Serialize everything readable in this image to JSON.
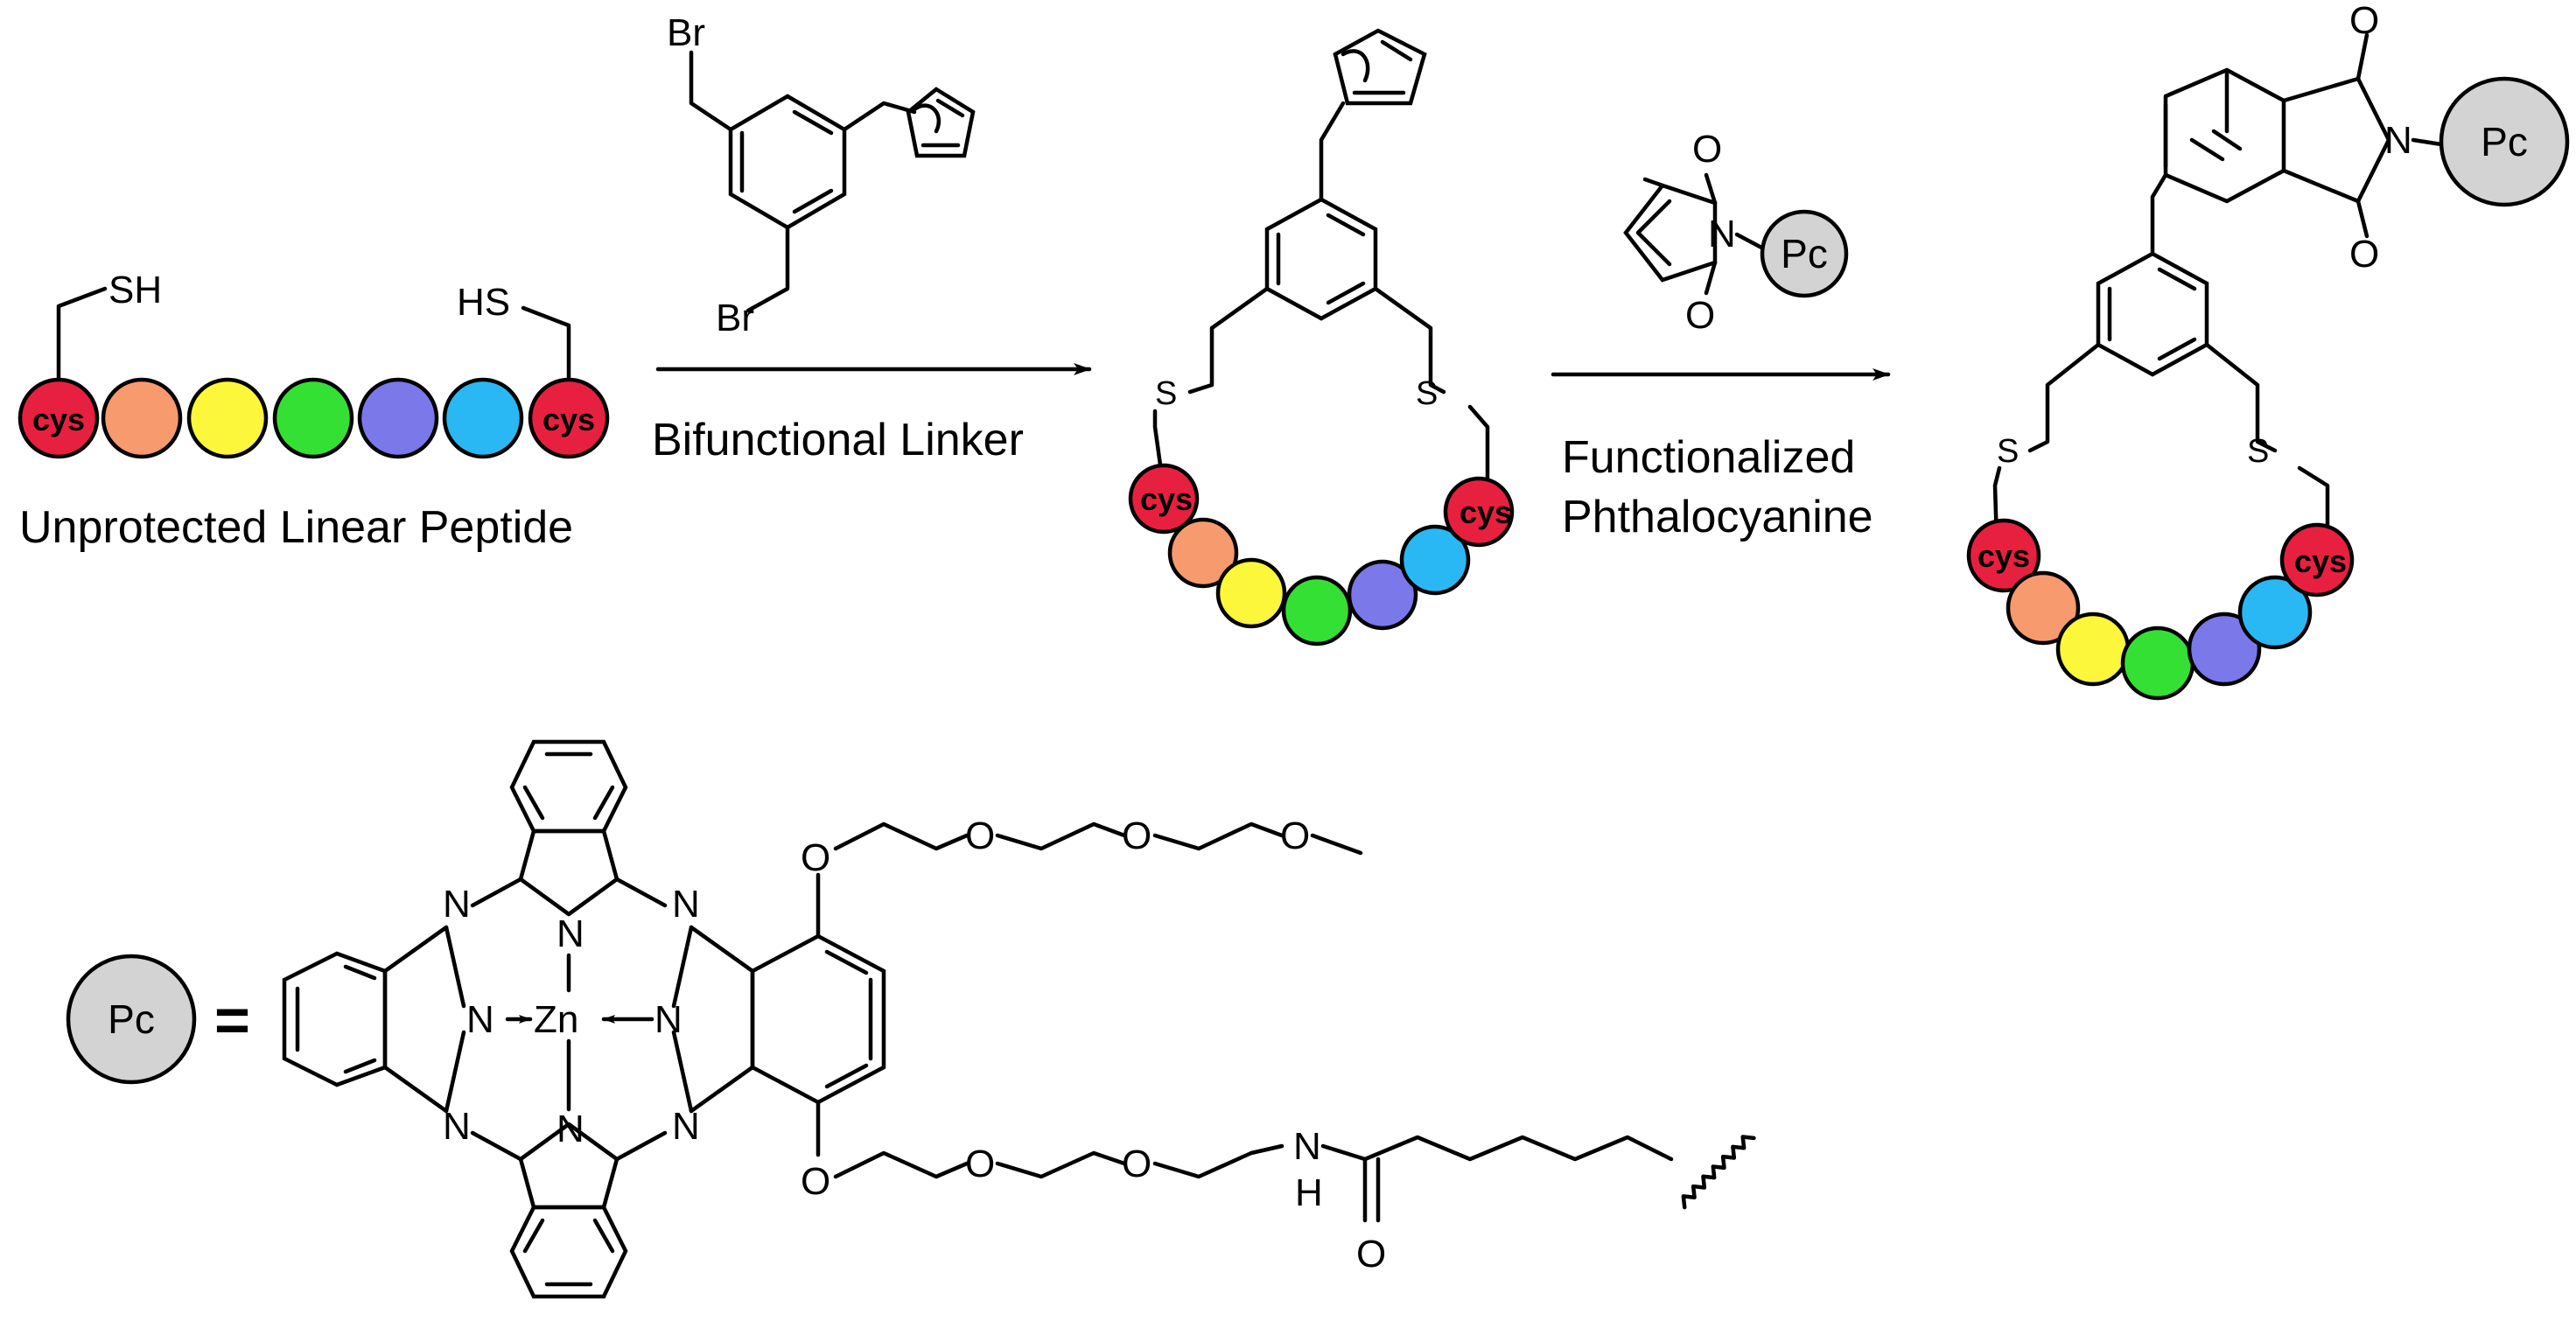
{
  "colors": {
    "cys": "#e8203f",
    "residues": [
      "#f79a6e",
      "#fdf73b",
      "#35e035",
      "#7b78ea",
      "#2ab8f4"
    ],
    "pc_fill": "#d3d3d3"
  },
  "labels": {
    "start_material": "Unprotected Linear Peptide",
    "step1": "Bifunctional Linker",
    "step2_line1": "Functionalized",
    "step2_line2": "Phthalocyanine",
    "cys": "cys",
    "pc": "Pc",
    "equals": "="
  },
  "atoms": {
    "sh": "SH",
    "hs": "HS",
    "br": "Br",
    "s": "S",
    "o": "O",
    "n": "N",
    "zn": "Zn",
    "h": "H"
  }
}
